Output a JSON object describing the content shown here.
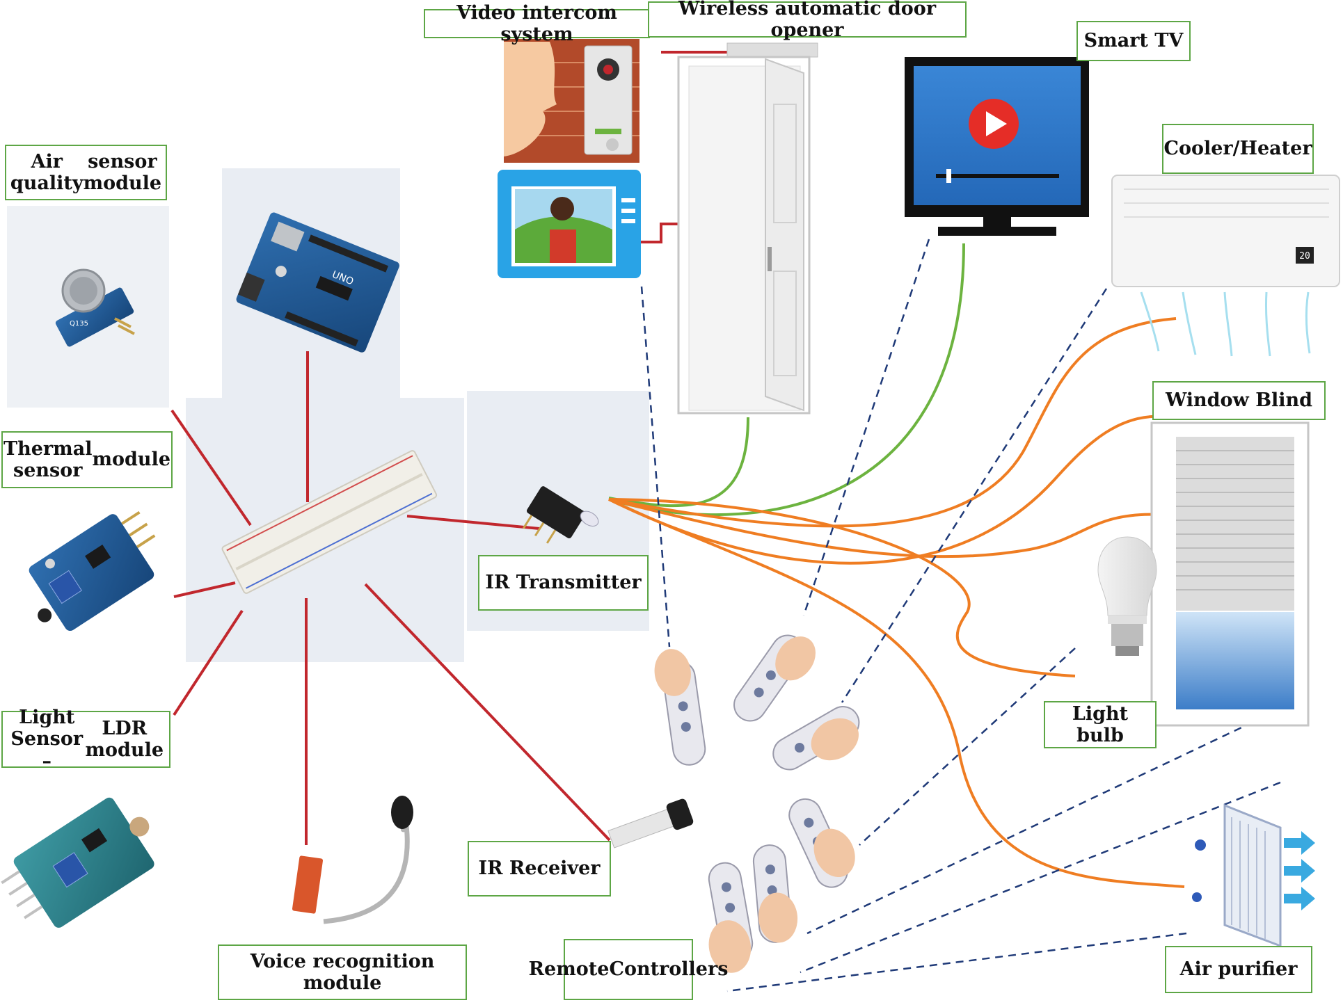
{
  "labels": {
    "air_quality": [
      "Air quality",
      "sensor module"
    ],
    "thermal": [
      "Thermal sensor",
      "module"
    ],
    "light_sensor": [
      "Light Sensor –",
      "LDR module"
    ],
    "voice": "Voice recognition module",
    "ir_transmitter": "IR Transmitter",
    "ir_receiver": "IR Receiver",
    "remote": [
      "Remote",
      "Controllers"
    ],
    "video_intercom": "Video intercom system",
    "door_opener": "Wireless automatic door opener",
    "smart_tv": "Smart TV",
    "cooler_heater": "Cooler/Heater",
    "window_blind": "Window Blind",
    "light_bulb": "Light bulb",
    "air_purifier": "Air purifier"
  },
  "pictures": {
    "arduino_board_text": "UNO",
    "ac_display": "20",
    "gas_sensor_text": "Q135"
  },
  "colors": {
    "label_border": "#5da645",
    "wire_red": "#c1272d",
    "wire_green": "#6cb33f",
    "wire_orange": "#ef7d22",
    "ir_dashed": "#1f3a78",
    "panel_bg": "#e9edf3"
  }
}
